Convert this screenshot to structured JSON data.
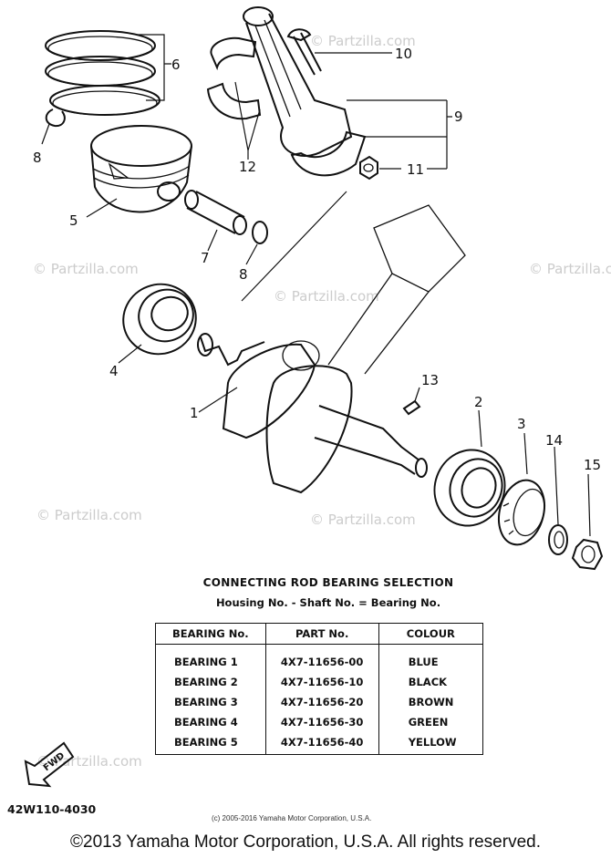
{
  "callouts": {
    "c1": "1",
    "c2": "2",
    "c3": "3",
    "c4": "4",
    "c5": "5",
    "c6": "6",
    "c7": "7",
    "c8a": "8",
    "c8b": "8",
    "c9": "9",
    "c10": "10",
    "c11": "11",
    "c12": "12",
    "c13": "13",
    "c14": "14",
    "c15": "15"
  },
  "fwd_label": "FWD",
  "watermark": "© Partzilla.com",
  "selection": {
    "title": "CONNECTING ROD BEARING SELECTION",
    "subtitle": "Housing No. - Shaft No. = Bearing No.",
    "headers": [
      "BEARING No.",
      "PART No.",
      "COLOUR"
    ],
    "rows": [
      [
        "BEARING  1",
        "4X7-11656-00",
        "BLUE"
      ],
      [
        "BEARING  2",
        "4X7-11656-10",
        "BLACK"
      ],
      [
        "BEARING  3",
        "4X7-11656-20",
        "BROWN"
      ],
      [
        "BEARING  4",
        "4X7-11656-30",
        "GREEN"
      ],
      [
        "BEARING  5",
        "4X7-11656-40",
        "YELLOW"
      ]
    ]
  },
  "diagram_code": "42W110-4030",
  "fine_copyright": "(c) 2005-2016 Yamaha Motor Corporation, U.S.A.",
  "copyright": "©2013 Yamaha Motor Corporation, U.S.A. All rights reserved."
}
